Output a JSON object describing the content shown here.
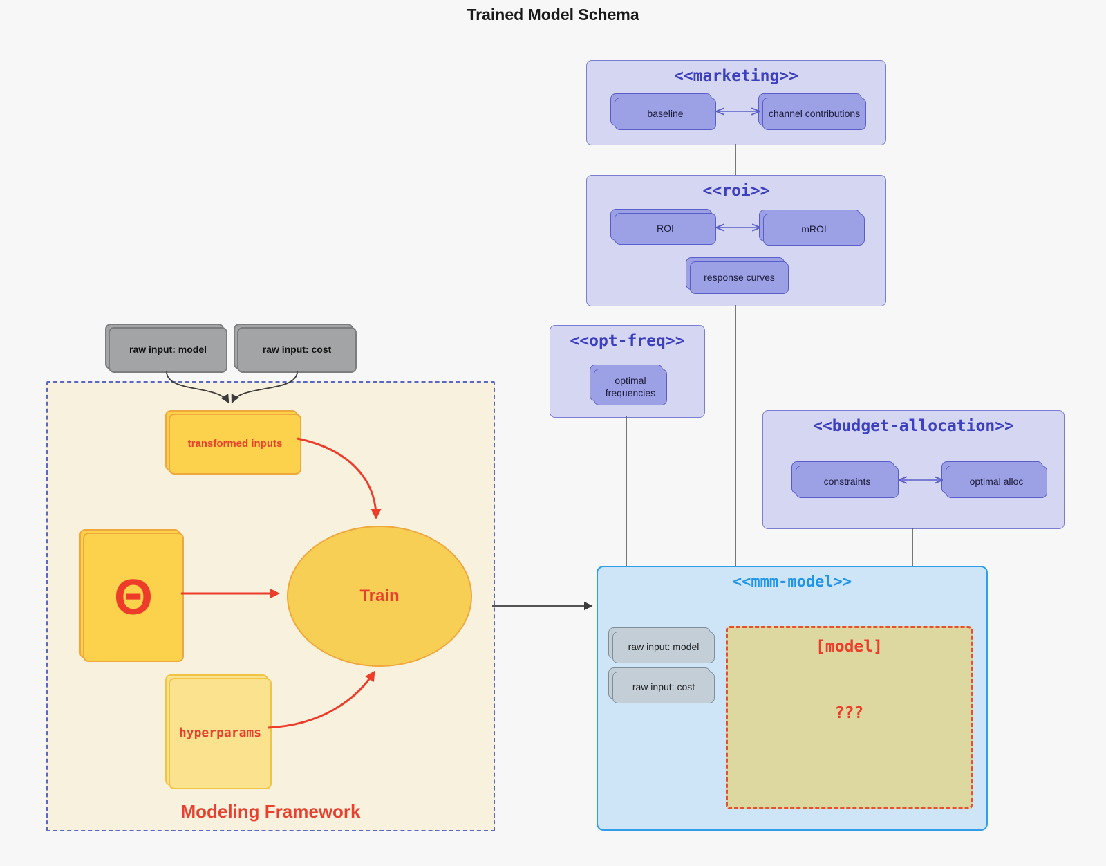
{
  "title": "Trained Model Schema",
  "colors": {
    "background": "#f7f7f8",
    "purple_container_fill": "#d5d6f1",
    "purple_container_border": "#7a7ed2",
    "purple_title_text": "#3c3fbe",
    "purple_node_fill": "#9ca0e4",
    "blue_container_fill": "#cde5f7",
    "blue_container_border": "#2f9de9",
    "blue_title_text": "#2196e8",
    "cream_fill": "#f8f1de",
    "yellow_node_fill": "#fcd14b",
    "accent_red": "#e8402e",
    "gray_node_fill": "#a2a4a6",
    "model_box_fill": "#dcd8a0"
  },
  "containers": {
    "marketing": {
      "title": "<<marketing>>",
      "nodes": {
        "baseline": "baseline",
        "channel_contributions": "channel contributions"
      }
    },
    "roi": {
      "title": "<<roi>>",
      "nodes": {
        "roi": "ROI",
        "mroi": "mROI",
        "response_curves": "response curves"
      }
    },
    "opt_freq": {
      "title": "<<opt-freq>>",
      "nodes": {
        "optimal_frequencies": "optimal frequencies"
      }
    },
    "budget_allocation": {
      "title": "<<budget-allocation>>",
      "nodes": {
        "constraints": "constraints",
        "optimal_alloc": "optimal alloc"
      }
    },
    "mmm_model": {
      "title": "<<mmm-model>>",
      "nodes": {
        "raw_input_model": "raw input: model",
        "raw_input_cost": "raw input: cost",
        "model_placeholder": "[model]",
        "unknown": "???"
      }
    },
    "modeling_framework": {
      "label": "Modeling Framework",
      "nodes": {
        "transformed_inputs": "transformed inputs",
        "theta": "Θ",
        "train": "Train",
        "hyperparams": "hyperparams"
      }
    }
  },
  "inputs": {
    "raw_input_model": "raw input: model",
    "raw_input_cost": "raw input: cost"
  }
}
